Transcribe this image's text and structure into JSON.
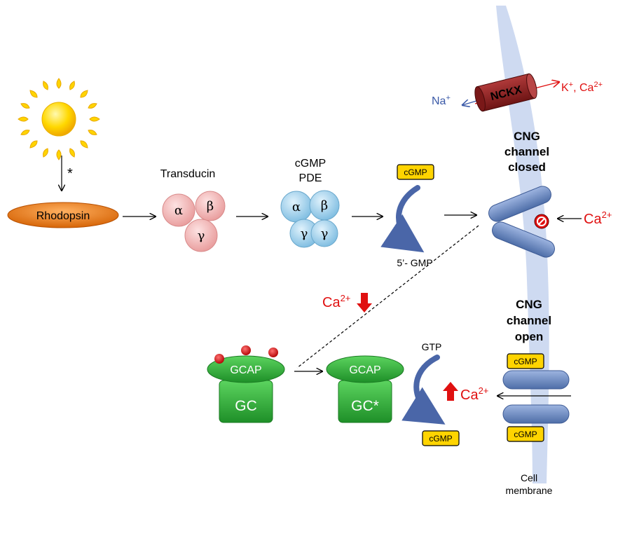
{
  "labels": {
    "rhodopsin": "Rhodopsin",
    "asterisk": "*",
    "transducin": "Transducin",
    "cgmp_pde_line1": "cGMP",
    "cgmp_pde_line2": "PDE",
    "alpha": "α",
    "beta": "β",
    "gamma": "γ",
    "cgmp": "cGMP",
    "five_gmp": "5’- GMP",
    "nckx": "NCKX",
    "na": "Na",
    "na_sup": "+",
    "k": "K",
    "k_sup": "+",
    "k_ca": ", Ca",
    "ca": "Ca",
    "ca_sup": "2+",
    "cng_closed_line1": "CNG",
    "cng_closed_line2": "channel",
    "cng_closed_line3": "closed",
    "cng_open_line1": "CNG",
    "cng_open_line2": "channel",
    "cng_open_line3": "open",
    "gcap": "GCAP",
    "gc": "GC",
    "gc_active": "GC*",
    "gtp": "GTP",
    "cell_membrane_line1": "Cell",
    "cell_membrane_line2": "membrane"
  },
  "colors": {
    "membrane": "#c9d6f0",
    "rhodopsin": "#e8731a",
    "transducin": "#f4b8b8",
    "pde": "#a9d3ec",
    "cgmp_badge": "#ffd400",
    "channel": "#6f8fc8",
    "nckx": "#8b1e1e",
    "gc_green": "#2ea836",
    "calcium_red": "#e01010",
    "arrow_blue": "#4a66a8"
  }
}
